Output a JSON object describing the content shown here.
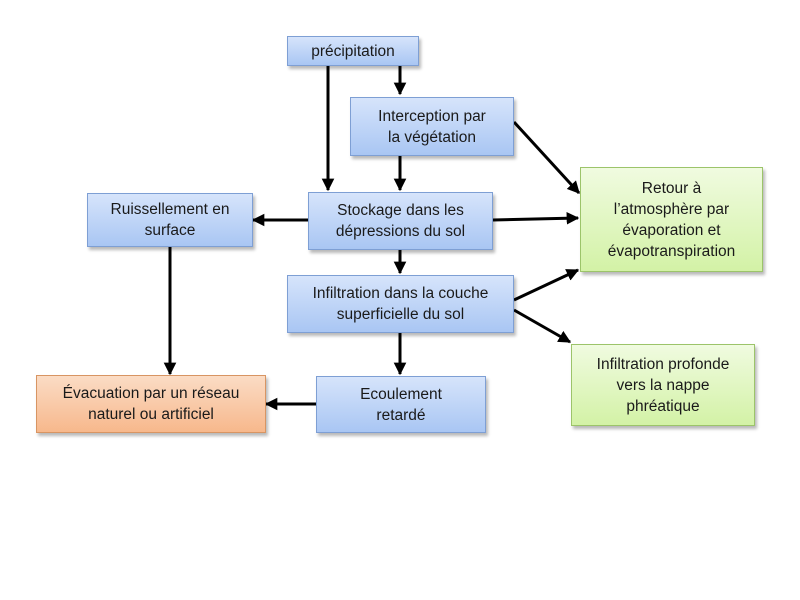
{
  "nodes": {
    "precipitation": "précipitation",
    "interception": "Interception par\nla végétation",
    "retour": "Retour à\nl’atmosphère par\névaporation et\névapotranspiration",
    "ruissellement": "Ruissellement en\nsurface",
    "stockage": "Stockage dans les\ndépressions du sol",
    "infiltration_sup": "Infiltration dans la couche\nsuperficielle du sol",
    "infiltration_prof": "Infiltration profonde\nvers la nappe\nphréatique",
    "evacuation": "Évacuation par un réseau\nnaturel ou artificiel",
    "ecoulement": "Ecoulement\nretardé"
  },
  "colors": {
    "process_box": "#a9c6f3",
    "atmosphere_box": "#d3f2a6",
    "outlet_box": "#f7b88c",
    "arrow": "#000000"
  }
}
